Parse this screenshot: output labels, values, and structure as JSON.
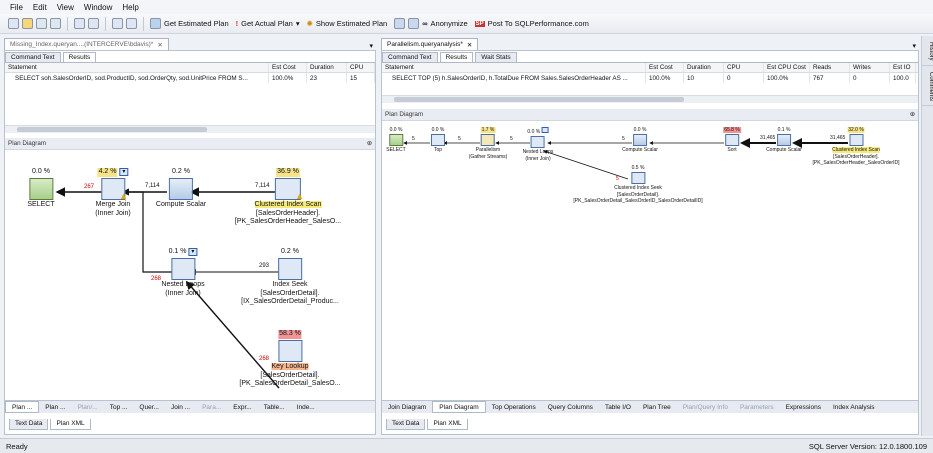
{
  "menu": [
    "File",
    "Edit",
    "View",
    "Window",
    "Help"
  ],
  "toolbar": {
    "get_estimated_plan": "Get Estimated Plan",
    "get_actual_plan": "Get Actual Plan",
    "show_estimated_plan": "Show Estimated Plan",
    "anonymize": "Anonymize",
    "post_to": "Post To SQLPerformance.com"
  },
  "left": {
    "doc_tab": "Missing_Index.queryan....(INTERCERVE\\bdavis)*",
    "subtabs": [
      "Command Text",
      "Results"
    ],
    "grid": {
      "headers": [
        "Statement",
        "Est Cost",
        "Duration",
        "CPU"
      ],
      "row": [
        "SELECT soh.SalesOrderID, sod.ProductID, sod.OrderQty, sod.UnitPrice FROM S...",
        "100.0%",
        "23",
        "15"
      ]
    },
    "plan_title": "Plan Diagram",
    "nodes": {
      "select": {
        "pct": "0.0 %",
        "name": "SELECT"
      },
      "merge": {
        "pct": "4.2 %",
        "l1": "Merge Join",
        "l2": "(Inner Join)"
      },
      "compute": {
        "pct": "0.2 %",
        "l1": "Compute Scalar"
      },
      "cis": {
        "pct": "36.9 %",
        "l1": "Clustered Index Scan",
        "l2": "[SalesOrderHeader].",
        "l3": "[PK_SalesOrderHeader_SalesO..."
      },
      "nested": {
        "pct": "0.1 %",
        "l1": "Nested Loops",
        "l2": "(Inner Join)"
      },
      "seek": {
        "pct": "0.2 %",
        "l1": "Index Seek",
        "l2": "[SalesOrderDetail].",
        "l3": "[IX_SalesOrderDetail_Produc..."
      },
      "lookup": {
        "pct": "58.3 %",
        "l1": "Key Lookup",
        "l2": "[SalesOrderDetail].",
        "l3": "[PK_SalesOrderDetail_SalesO..."
      }
    },
    "rows": {
      "a": "267",
      "b": "7,114",
      "c": "7,114",
      "d": "268",
      "e": "293",
      "f": "268"
    },
    "bottom_tabs": [
      "Plan ...",
      "Plan ...",
      "Plan/...",
      "Top ...",
      "Quer...",
      "Join ...",
      "Para...",
      "Expr...",
      "Table...",
      "Inde..."
    ],
    "text_tabs": [
      "Text Data",
      "Plan XML"
    ]
  },
  "right": {
    "doc_tab": "Parallelism.queryanalysis*",
    "subtabs": [
      "Command Text",
      "Results",
      "Wait Stats"
    ],
    "grid": {
      "headers": [
        "Statement",
        "Est Cost",
        "Duration",
        "CPU",
        "Est CPU Cost",
        "Reads",
        "Writes",
        "Est IO"
      ],
      "row": [
        "SELECT TOP (5) h.SalesOrderID, h.TotalDue FROM Sales.SalesOrderHeader AS ...",
        "100.0%",
        "10",
        "0",
        "100.0%",
        "767",
        "0",
        "100.0"
      ]
    },
    "plan_title": "Plan Diagram",
    "nodes": {
      "select": {
        "pct": "0.0 %",
        "name": "SELECT"
      },
      "top": {
        "pct": "0.0 %",
        "name": "Top"
      },
      "parallel": {
        "pct": "1.7 %",
        "l1": "Parallelism",
        "l2": "(Gather Streams)"
      },
      "nested": {
        "pct": "0.0 %",
        "l1": "Nested Loops",
        "l2": "(Inner Join)"
      },
      "compute1": {
        "pct": "0.0 %",
        "l1": "Compute Scalar"
      },
      "sort": {
        "pct": "65.8 %",
        "l1": "Sort"
      },
      "compute2": {
        "pct": "0.1 %",
        "l1": "Compute Scalar"
      },
      "cis": {
        "pct": "32.0 %",
        "l1": "Clustered Index Scan",
        "l2": "[SalesOrderHeader].",
        "l3": "[PK_SalesOrderHeader_SalesOrderID]"
      },
      "seek": {
        "pct": "0.5 %",
        "l1": "Clustered Index Seek",
        "l2": "[SalesOrderDetail].",
        "l3": "[PK_SalesOrderDetail_SalesOrderID_SalesOrderDetailID]"
      }
    },
    "rows": {
      "a": "5",
      "b": "5",
      "c": "5",
      "d": "5",
      "e": "31,465",
      "f": "31,465",
      "g": "5"
    },
    "bottom_tabs": [
      "Join Diagram",
      "Plan Diagram",
      "Top Operations",
      "Query Columns",
      "Table I/O",
      "Plan Tree",
      "Plan/Query Info",
      "Parameters",
      "Expressions",
      "Index Analysis"
    ],
    "text_tabs": [
      "Text Data",
      "Plan XML"
    ]
  },
  "sidebar": [
    "History",
    "Comments"
  ],
  "status": {
    "left": "Ready",
    "right": "SQL Server Version: 12.0.1800.109"
  },
  "colors": {
    "warn": "#f2c500",
    "hi": "#f7e38a",
    "red": "#f29494"
  }
}
